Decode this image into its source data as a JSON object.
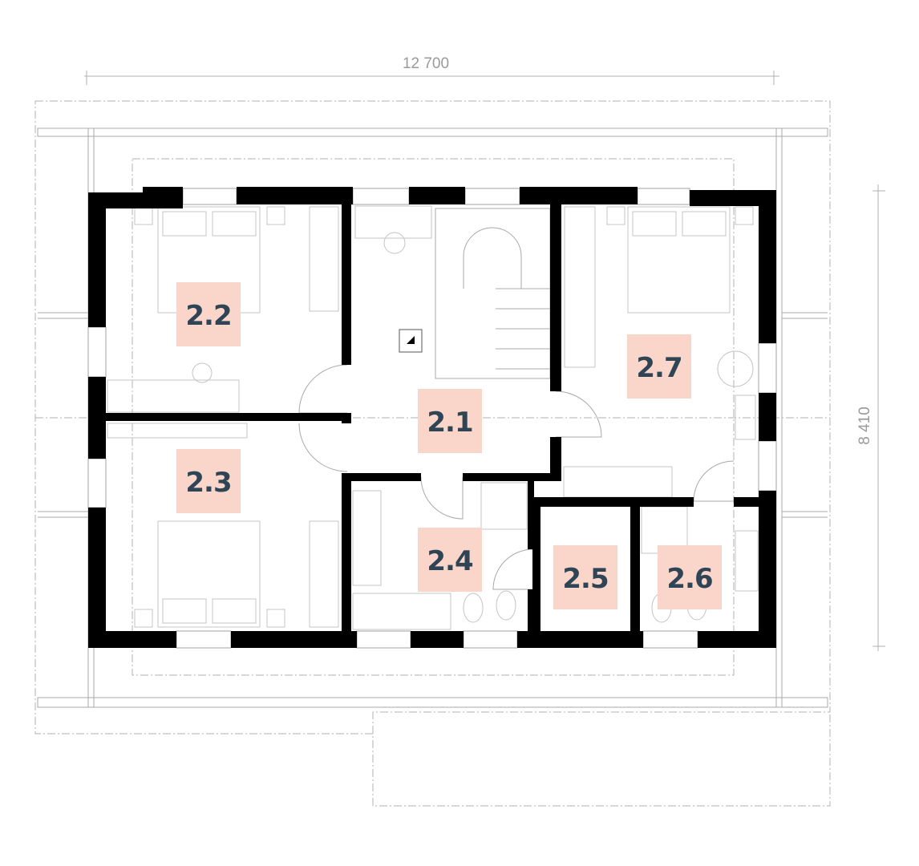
{
  "dimensions": {
    "width": "12 700",
    "depth": "8 410"
  },
  "rooms": [
    {
      "id": "2.1"
    },
    {
      "id": "2.2"
    },
    {
      "id": "2.3"
    },
    {
      "id": "2.4"
    },
    {
      "id": "2.5"
    },
    {
      "id": "2.6"
    },
    {
      "id": "2.7"
    }
  ],
  "colors": {
    "label_bg": "#f9d5ca",
    "label_text": "#2f4455",
    "wall": "#000000",
    "dimension": "#9a9a9a"
  }
}
